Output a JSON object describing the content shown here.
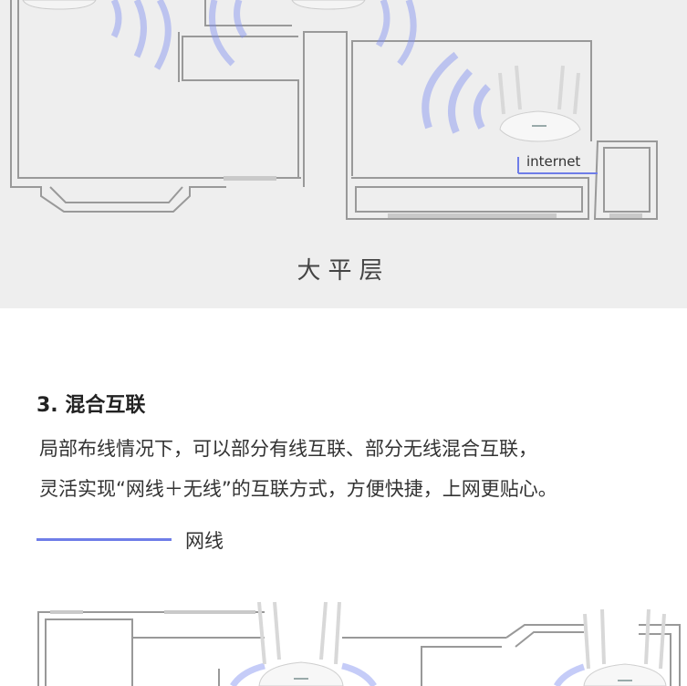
{
  "top": {
    "caption": "大平层",
    "internet_label": "internet"
  },
  "section": {
    "title": "3. 混合互联",
    "line1": "局部布线情况下，可以部分有线互联、部分无线混合互联，",
    "line2": "灵活实现“网线＋无线”的互联方式，方便快捷，上网更贴心。"
  },
  "legend": {
    "label": "网线",
    "color": "#6f7de8"
  },
  "colors": {
    "top_bg": "#eeeeee",
    "wall": "#999999",
    "wifi": "#7f8ef0",
    "router": "#f4f4f4"
  }
}
